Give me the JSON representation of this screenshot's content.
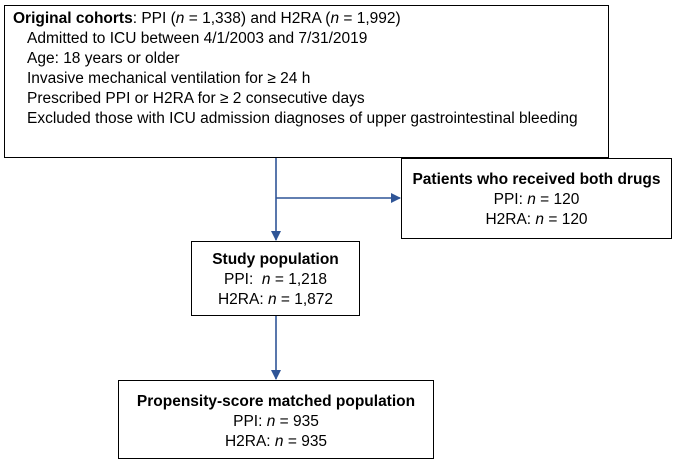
{
  "original": {
    "title": "Original cohorts",
    "rest_prefix": ": PPI (",
    "ppi_n": " = 1,338) and H2RA (",
    "h2ra_n": " = 1,992)",
    "n_symbol": "n",
    "criteria": [
      "Admitted to ICU between 4/1/2003 and 7/31/2019",
      "Age: 18 years or older",
      "Invasive mechanical ventilation for ≥ 24 h",
      "Prescribed PPI or H2RA for ≥ 2 consecutive days",
      "Excluded those with ICU admission diagnoses of upper gastrointestinal bleeding"
    ]
  },
  "both_drugs": {
    "title": "Patients who received both drugs",
    "ppi_label": "PPI: ",
    "ppi_value": " = 120",
    "h2ra_label": "H2RA: ",
    "h2ra_value": " = 120",
    "n_symbol": "n"
  },
  "study": {
    "title": "Study population",
    "ppi_label": "PPI:  ",
    "ppi_value": " = 1,218",
    "h2ra_label": "H2RA: ",
    "h2ra_value": " = 1,872",
    "n_symbol": "n"
  },
  "psm": {
    "title": "Propensity-score matched population",
    "ppi_label": "PPI: ",
    "ppi_value": " = 935",
    "h2ra_label": "H2RA: ",
    "h2ra_value": " = 935",
    "n_symbol": "n"
  },
  "colors": {
    "arrow": "#2F5597",
    "border": "#000000"
  }
}
